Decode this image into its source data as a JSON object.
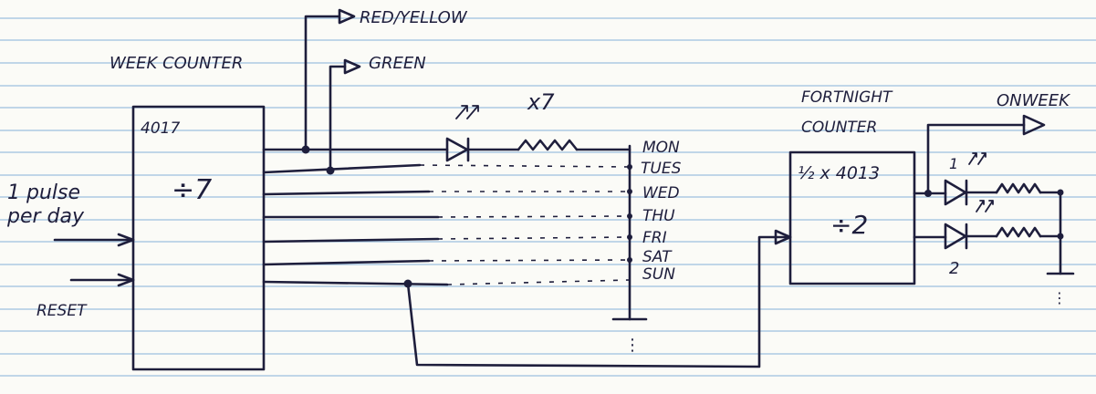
{
  "labels": {
    "red_yellow": "RED/YELLOW",
    "green": "GREEN",
    "week_counter": "WEEK COUNTER",
    "chip_4017": "4017",
    "divide_7": "÷7",
    "pulse_line1": "1 pulse",
    "pulse_line2": "per day",
    "reset": "RESET",
    "x7": "x7",
    "fortnight_line1": "FORTNIGHT",
    "fortnight_line2": "COUNTER",
    "onweek": "ONWEEK",
    "chip_4013": "½ x 4013",
    "divide_2": "÷2",
    "led1": "1",
    "led2": "2"
  },
  "days": [
    "MON",
    "TUES",
    "WED",
    "THU",
    "FRI",
    "SAT",
    "SUN"
  ],
  "colors": {
    "ink": "#1e1e3c",
    "paper": "#fbfbf7",
    "rule": "#9cc0df"
  }
}
